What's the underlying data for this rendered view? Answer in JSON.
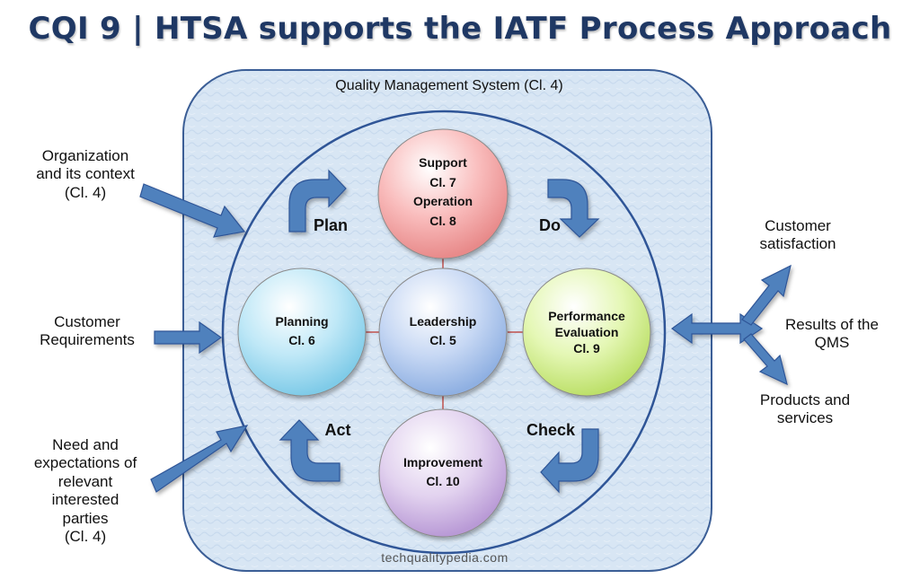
{
  "title": "CQI 9 | HTSA supports the IATF Process Approach",
  "qms_label": "Quality Management System (Cl. 4)",
  "inputs": {
    "context": [
      "Organization",
      "and its context",
      "(Cl. 4)"
    ],
    "requirements": [
      "Customer",
      "Requirements"
    ],
    "interested": [
      "Need and",
      "expectations of",
      "relevant",
      "interested",
      "parties",
      "(Cl. 4)"
    ]
  },
  "outputs": {
    "satisfaction": [
      "Customer",
      "satisfaction"
    ],
    "results": [
      "Results of the",
      "QMS"
    ],
    "products": [
      "Products and",
      "services"
    ]
  },
  "pdca": {
    "plan": "Plan",
    "do": "Do",
    "check": "Check",
    "act": "Act"
  },
  "circles": {
    "top": [
      "Support",
      "Cl. 7",
      "Operation",
      "Cl. 8"
    ],
    "left": [
      "Planning",
      "Cl. 6"
    ],
    "center": [
      "Leadership",
      "Cl. 5"
    ],
    "right": [
      "Performance",
      "Evaluation",
      "Cl. 9"
    ],
    "bottom": [
      "Improvement",
      "Cl. 10"
    ]
  },
  "watermark": "techqualitypedia.com",
  "colors": {
    "title": "#1f3864",
    "arrow": "#4f81bd",
    "arrow_outline": "#2f5597",
    "qms_fill": "#dbe8f5",
    "connector": "#c0504d"
  }
}
